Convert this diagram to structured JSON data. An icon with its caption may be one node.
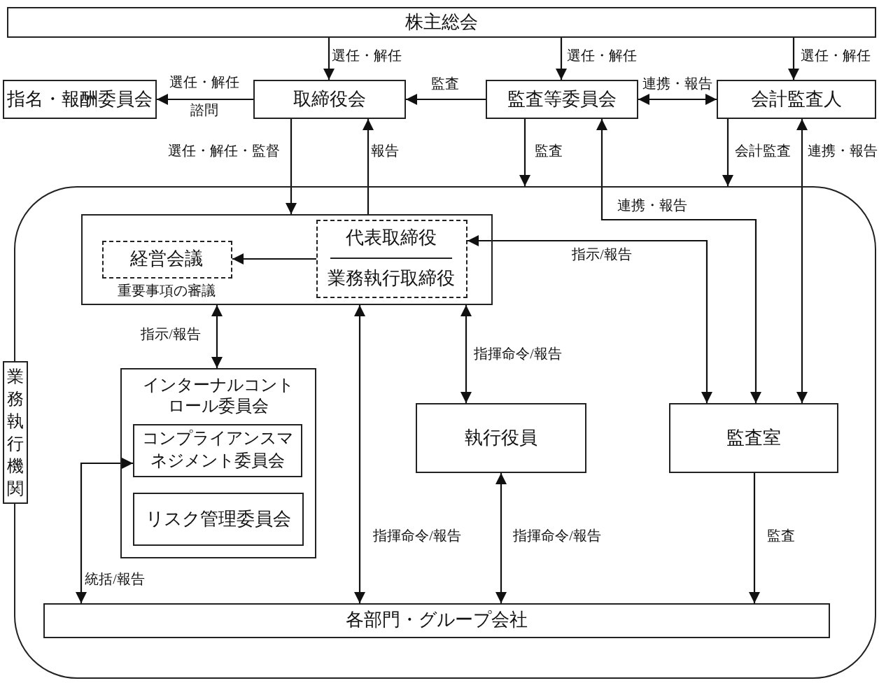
{
  "diagram": {
    "nodes": [
      {
        "text": [
          "株主総会"
        ]
      },
      {
        "text": [
          "指名・報酬委員会"
        ]
      },
      {
        "text": [
          "取締役会"
        ]
      },
      {
        "text": [
          "監査等委員会"
        ]
      },
      {
        "text": [
          "会計監査人"
        ]
      },
      {
        "text": [],
        "shape": "box"
      },
      {
        "text": [],
        "shape": "box",
        "in": 5
      },
      {
        "text": [
          "経営会議"
        ],
        "beside": [
          "重要事項の審議"
        ],
        "in": 6
      },
      {
        "text": [
          "代表取締役",
          "業務執行取締役"
        ],
        "in": 6
      },
      {
        "text": [
          "インターナルコントロール委員会"
        ],
        "in": 5
      },
      {
        "text": [
          "コンプライアンスマネジメント委員会"
        ],
        "in": 9
      },
      {
        "text": [
          "リスク管理委員会"
        ],
        "in": 9
      },
      {
        "text": [
          "執行役員"
        ],
        "in": 5
      },
      {
        "text": [
          "監査室"
        ],
        "in": 5
      },
      {
        "text": [
          "各部門・グループ会社"
        ],
        "in": 5
      },
      {
        "text": [
          "業務執行機関"
        ]
      }
    ],
    "edges": [
      {
        "from": 0,
        "to": 2,
        "arrow": "to",
        "label": "選任・解任"
      },
      {
        "from": 0,
        "to": 3,
        "arrow": "to",
        "label": "選任・解任"
      },
      {
        "from": 0,
        "to": 4,
        "arrow": "to",
        "label": "選任・解任"
      },
      {
        "from": 2,
        "to": 1,
        "arrow": "to",
        "label": "選任・解任"
      },
      {
        "from": 3,
        "to": 2,
        "arrow": "to",
        "label": "監査"
      },
      {
        "from": 3,
        "to": 4,
        "arrow": "both",
        "label": "連携・報告"
      },
      {
        "from": 2,
        "to": 6,
        "arrow": "to",
        "label": "選任・解任・監督"
      },
      {
        "from": 6,
        "to": 2,
        "arrow": "to",
        "label": "報告"
      },
      {
        "from": 3,
        "to": 5,
        "arrow": "to",
        "label": "監査"
      },
      {
        "from": 4,
        "to": 5,
        "arrow": "to",
        "label": "会計監査"
      },
      {
        "from": 3,
        "to": 13,
        "arrow": "both",
        "label": "連携・報告"
      },
      {
        "from": 4,
        "to": 13,
        "arrow": "both",
        "label": "連携・報告"
      },
      {
        "from": 13,
        "to": 8,
        "arrow": "both",
        "label": "指示/報告"
      },
      {
        "from": 8,
        "to": 7,
        "arrow": "to"
      },
      {
        "from": 6,
        "to": 9,
        "arrow": "both",
        "label": "指示/報告"
      },
      {
        "from": 6,
        "to": 12,
        "arrow": "both",
        "label": "指揮命令/報告"
      },
      {
        "from": 14,
        "to": 6,
        "arrow": "both",
        "label": "指揮命令/報告"
      },
      {
        "from": 12,
        "to": 14,
        "arrow": "both",
        "label": "指揮命令/報告"
      },
      {
        "from": 13,
        "to": 14,
        "arrow": "to",
        "label": "監査"
      },
      {
        "from": 14,
        "to": 10,
        "arrow": "both",
        "label": "統括/報告"
      }
    ],
    "labels": [
      "諮問"
    ]
  }
}
